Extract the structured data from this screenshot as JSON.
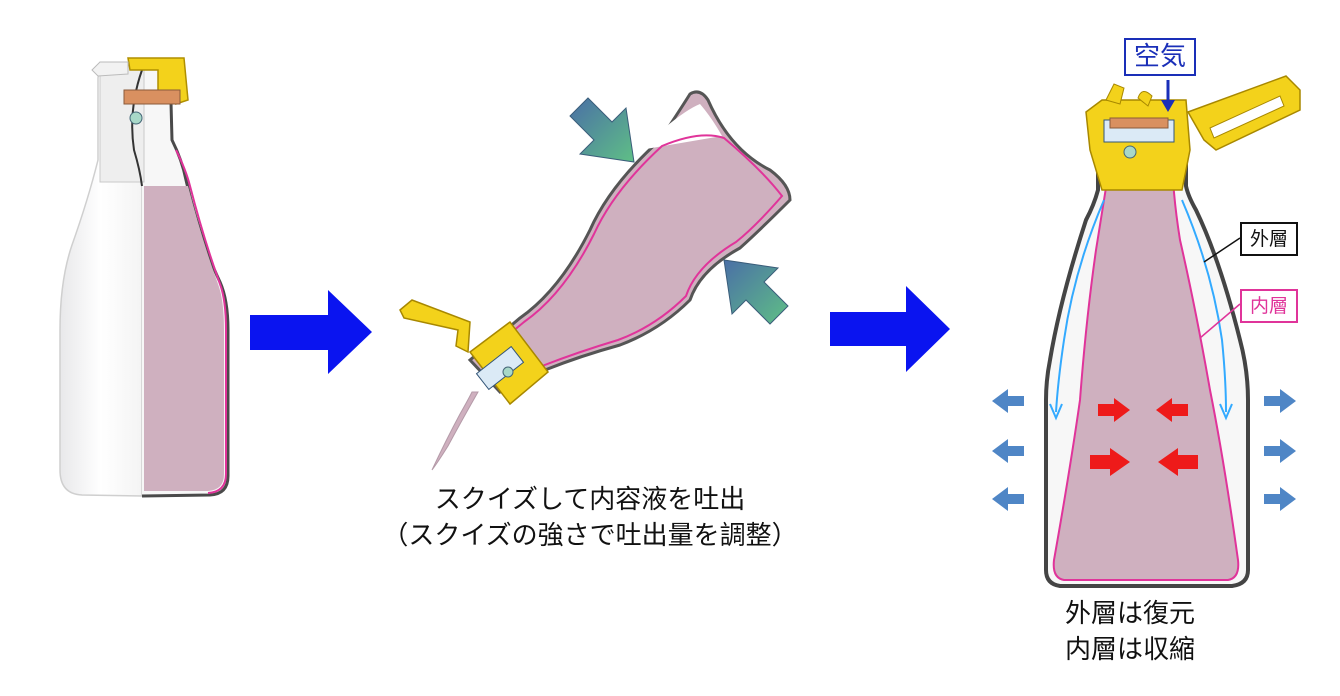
{
  "captions": {
    "squeeze_line1": "スクイズして内容液を吐出",
    "squeeze_line2": "（スクイズの強さで吐出量を調整）",
    "restore_line1": "外層は復元",
    "restore_line2": "内層は収縮"
  },
  "labels": {
    "air": "空気",
    "outer_layer": "外層",
    "inner_layer": "内層"
  },
  "colors": {
    "liquid": "#cfb0bf",
    "inner_layer": "#e0349a",
    "outer_layer": "#555555",
    "cap": "#f3d21b",
    "step_arrow": "#0a14f0",
    "squeeze_arrow": "#5ea78f",
    "shrink_arrow": "#ee1a1a",
    "expand_arrow": "#4f86c6",
    "air_flow": "#33aaff"
  }
}
